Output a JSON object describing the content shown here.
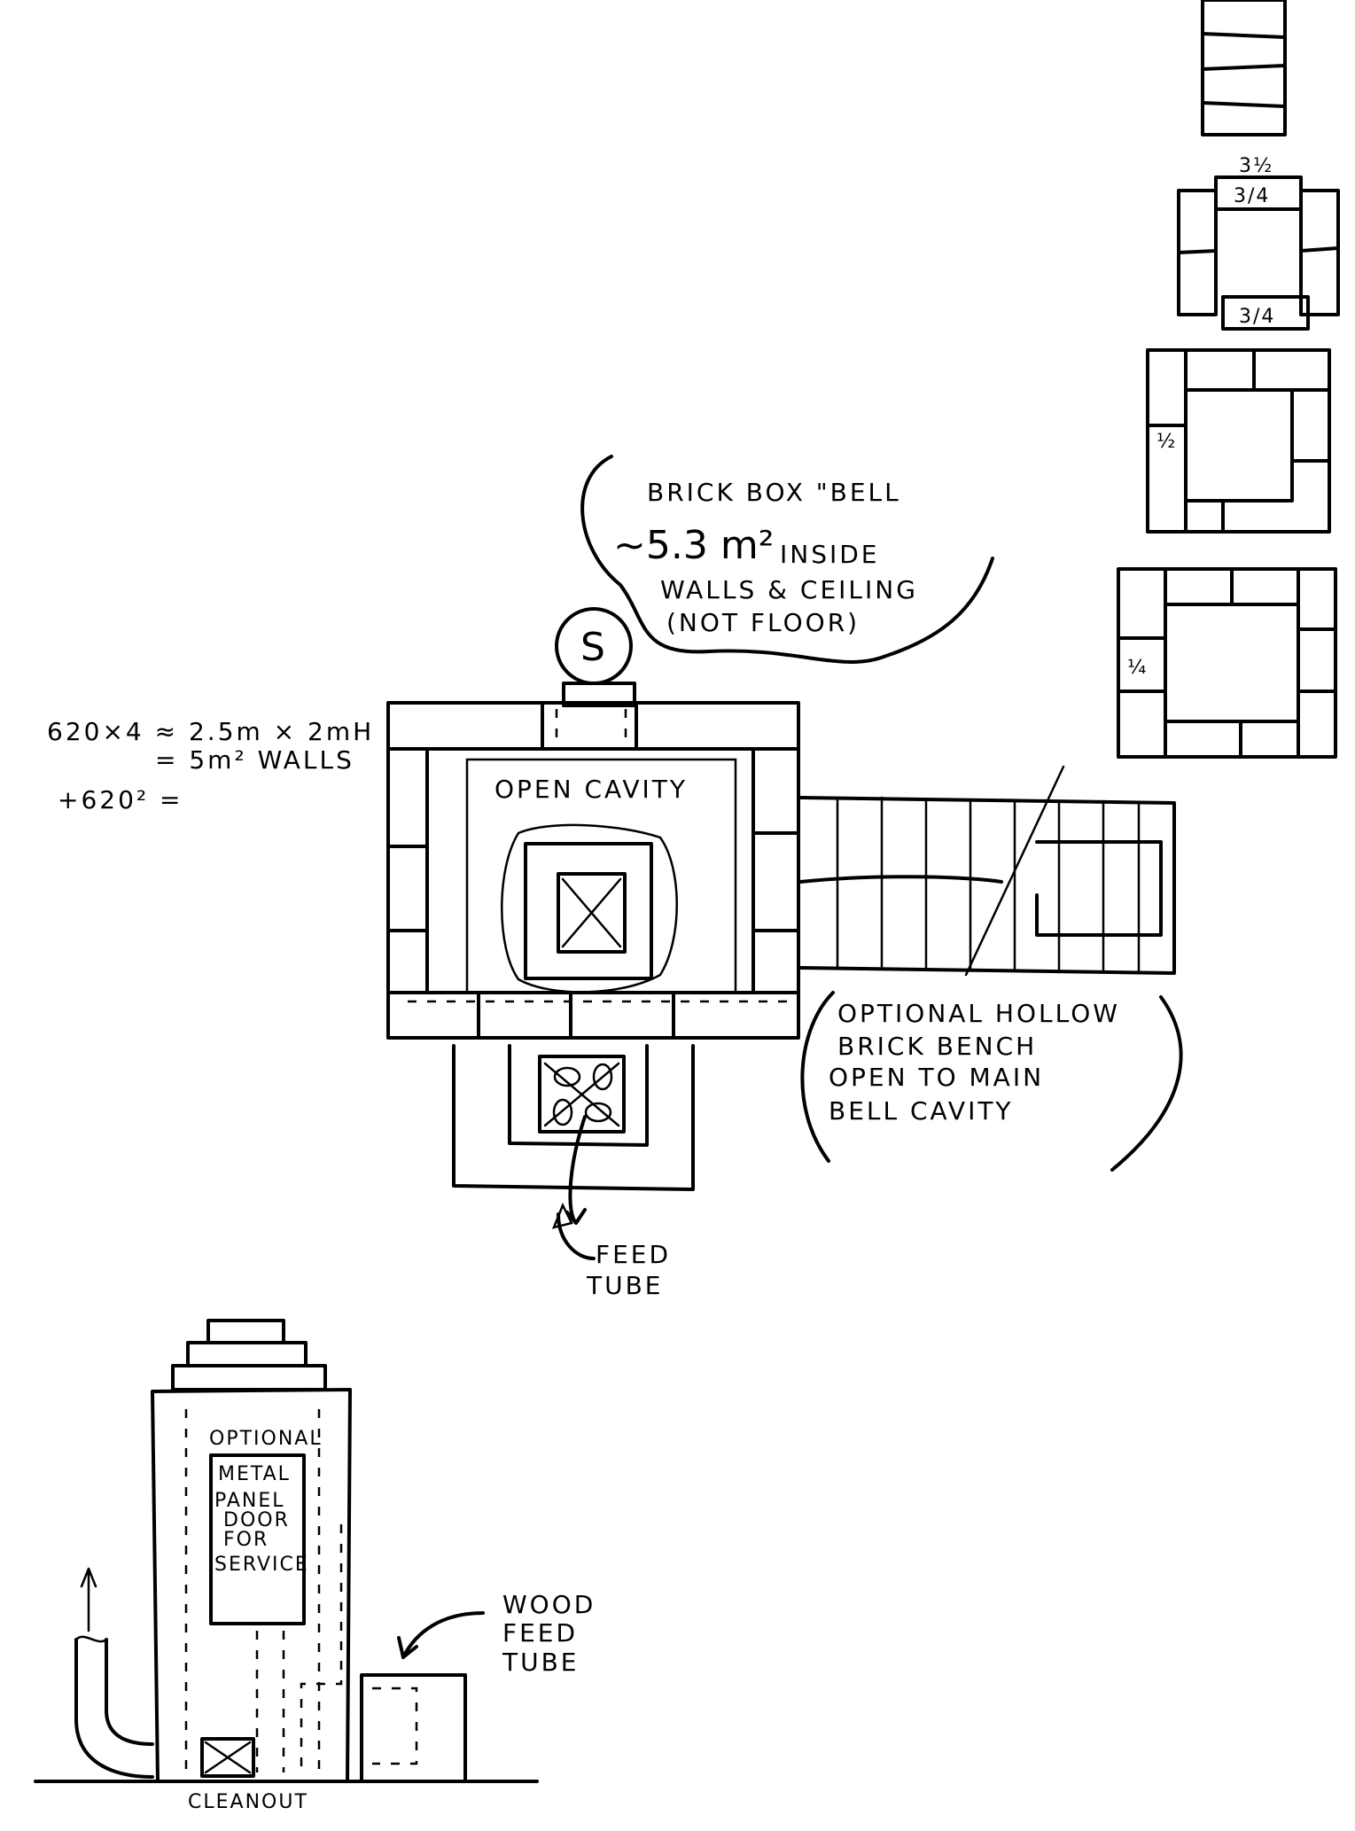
{
  "calc": {
    "line1": "620×4 ≈ 2.5m × 2mH",
    "line2": "= 5m² WALLS",
    "line3": "+620² ="
  },
  "bell_note": {
    "title": "BRICK BOX \"BELL",
    "area": "~5.3 m²",
    "area_suffix": "INSIDE",
    "line2": "WALLS & CEILING",
    "line3": "(NOT FLOOR)"
  },
  "plan": {
    "chimney_label": "S",
    "cavity_label": "OPEN CAVITY",
    "feed_label_1": "FEED",
    "feed_label_2": "TUBE"
  },
  "bench_note": {
    "line1": "OPTIONAL HOLLOW",
    "line2": "BRICK BENCH",
    "line3": "OPEN TO MAIN",
    "line4": "BELL CAVITY"
  },
  "courses": {
    "course2_top": "3/4",
    "course2_bottom": "3/4",
    "course2_above": "3½",
    "course3_mark": "½",
    "course4_mark": "¼"
  },
  "elevation": {
    "door_label_1": "OPTIONAL",
    "door_label_2": "METAL",
    "door_label_3": "PANEL",
    "door_label_4": "DOOR",
    "door_label_5": "FOR",
    "door_label_6": "SERVICE",
    "feed_label_1": "WOOD",
    "feed_label_2": "FEED",
    "feed_label_3": "TUBE",
    "cleanout_label": "CLEANOUT"
  }
}
